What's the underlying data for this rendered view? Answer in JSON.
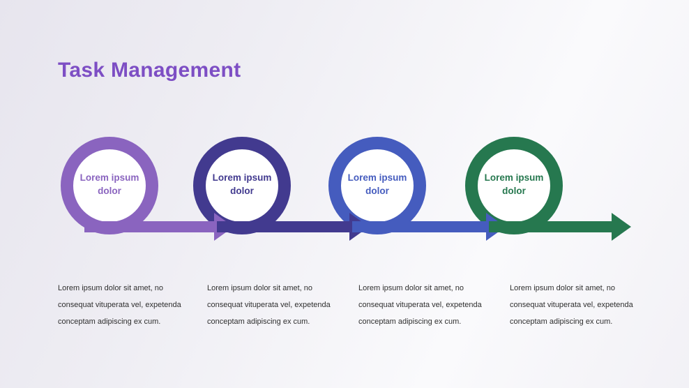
{
  "slide": {
    "title": "Task Management",
    "title_color": "#7d4ec4"
  },
  "steps": [
    {
      "label_line1": "Lorem ipsum",
      "label_line2": "dolor",
      "color": "#8a64bf",
      "desc_lines": [
        "Lorem ipsum dolor sit amet, no",
        "consequat vituperata vel, expetenda",
        "conceptam adipiscing ex cum."
      ]
    },
    {
      "label_line1": "Lorem ipsum",
      "label_line2": "dolor",
      "color": "#423a8f",
      "desc_lines": [
        "Lorem ipsum dolor sit amet, no",
        "consequat vituperata vel, expetenda",
        "conceptam adipiscing ex cum."
      ]
    },
    {
      "label_line1": "Lorem ipsum",
      "label_line2": "dolor",
      "color": "#455cbe",
      "desc_lines": [
        "Lorem ipsum dolor sit amet, no",
        "consequat vituperata vel, expetenda",
        "conceptam adipiscing ex cum."
      ]
    },
    {
      "label_line1": "Lorem ipsum",
      "label_line2": "dolor",
      "color": "#26784f",
      "desc_lines": [
        "Lorem ipsum dolor sit amet, no",
        "consequat vituperata vel, expetenda",
        "conceptam adipiscing ex cum."
      ]
    }
  ]
}
